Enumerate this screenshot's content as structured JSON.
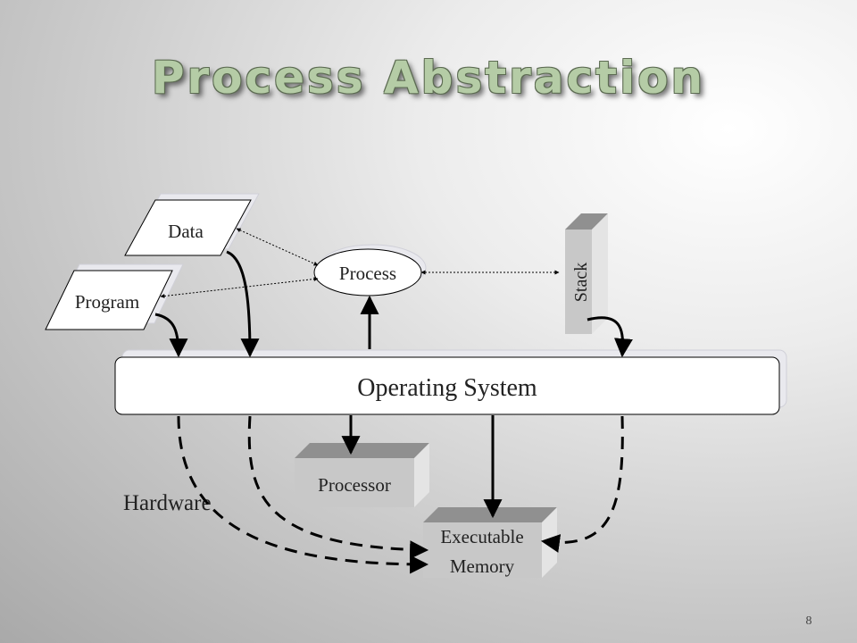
{
  "slide": {
    "title": "Process Abstraction",
    "page_number": "8"
  },
  "diagram": {
    "nodes": {
      "data": "Data",
      "program": "Program",
      "process": "Process",
      "stack": "Stack",
      "operating_system": "Operating System",
      "processor": "Processor",
      "executable_memory_line1": "Executable",
      "executable_memory_line2": "Memory",
      "hardware": "Hardware"
    },
    "colors": {
      "box_fill": "#ffffff",
      "block_front": "#c8c8c8",
      "block_top": "#909090",
      "block_side": "#e4e4e4",
      "connector": "#000000"
    }
  }
}
